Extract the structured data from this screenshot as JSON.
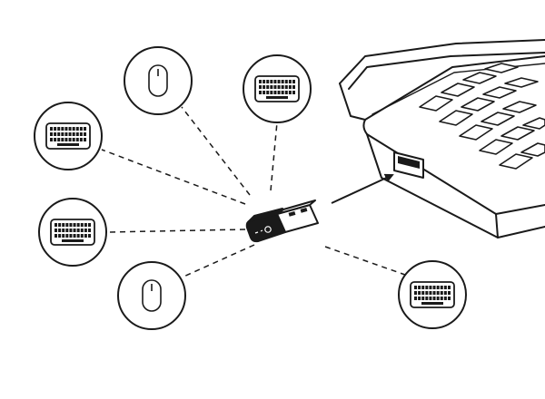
{
  "diagram": {
    "stroke_color": "#1a1a1a",
    "background": "#ffffff",
    "hub": {
      "icon": "usb-receiver-icon"
    },
    "target": {
      "icon": "laptop-icon",
      "port_icon": "usb-port-icon"
    },
    "devices": [
      {
        "id": "mouse-top",
        "icon": "mouse-icon"
      },
      {
        "id": "keyboard-top",
        "icon": "keyboard-icon"
      },
      {
        "id": "keyboard-left-upper",
        "icon": "keyboard-icon"
      },
      {
        "id": "keyboard-left-lower",
        "icon": "keyboard-icon"
      },
      {
        "id": "mouse-bottom",
        "icon": "mouse-icon"
      },
      {
        "id": "keyboard-right",
        "icon": "keyboard-icon"
      }
    ]
  }
}
